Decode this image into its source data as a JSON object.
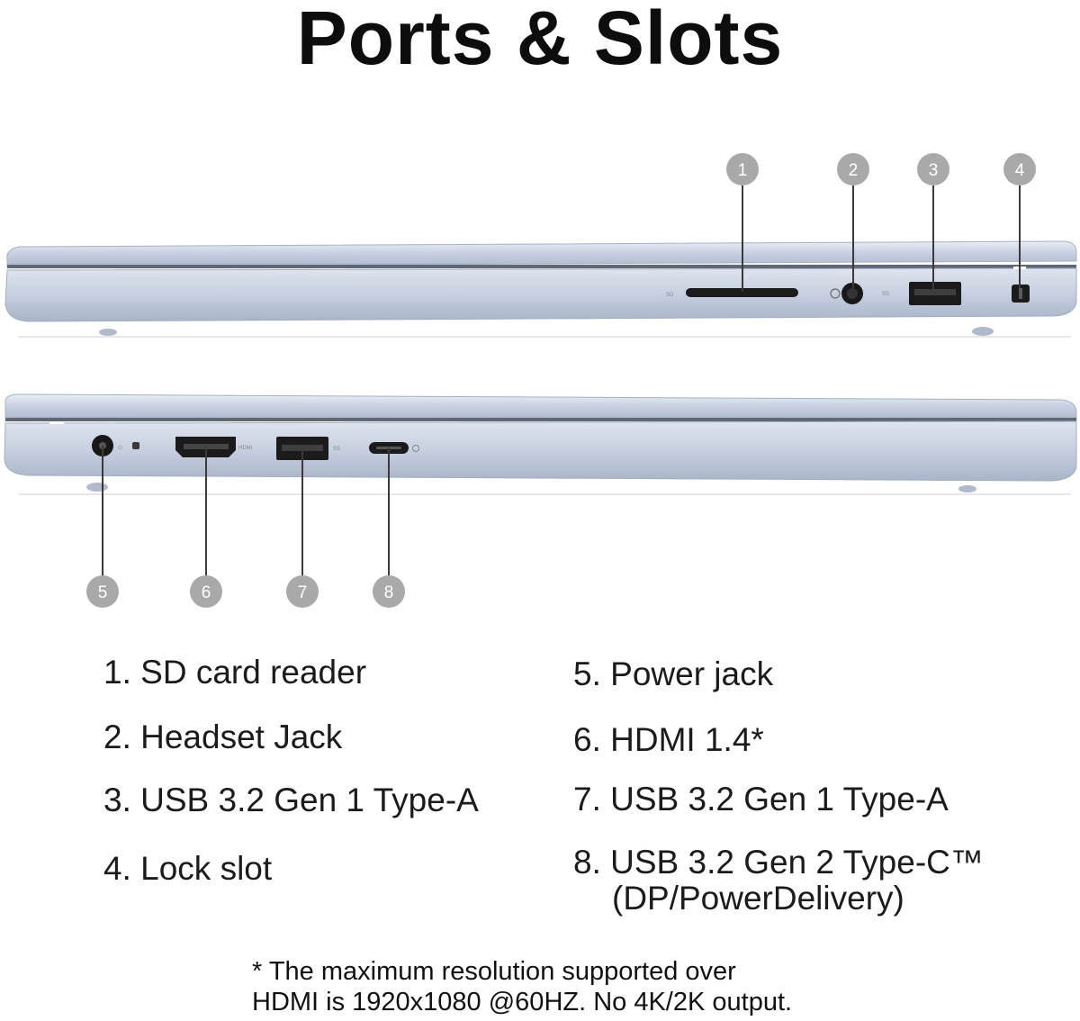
{
  "title": "Ports & Slots",
  "badges": {
    "b1": "1",
    "b2": "2",
    "b3": "3",
    "b4": "4",
    "b5": "5",
    "b6": "6",
    "b7": "7",
    "b8": "8"
  },
  "port_markings": {
    "sd": "SD",
    "hdmi": "HDMI",
    "ss_right": "SS",
    "ss_left": "SS"
  },
  "legend": {
    "left": [
      "1. SD card reader",
      "2. Headset Jack",
      "3. USB 3.2 Gen 1 Type-A",
      "4. Lock slot"
    ],
    "right": [
      "5. Power jack",
      "6. HDMI 1.4*",
      "7. USB 3.2 Gen 1 Type-A",
      "8. USB 3.2 Gen 2 Type-C™"
    ],
    "right_8_sub": "(DP/PowerDelivery)"
  },
  "footnote": {
    "line1": "* The maximum resolution supported over",
    "line2": "HDMI is 1920x1080 @60HZ. No 4K/2K output."
  },
  "colors": {
    "badge": "#a9a9a9",
    "chassis": "#c9d2e3",
    "port_dark": "#202020"
  }
}
